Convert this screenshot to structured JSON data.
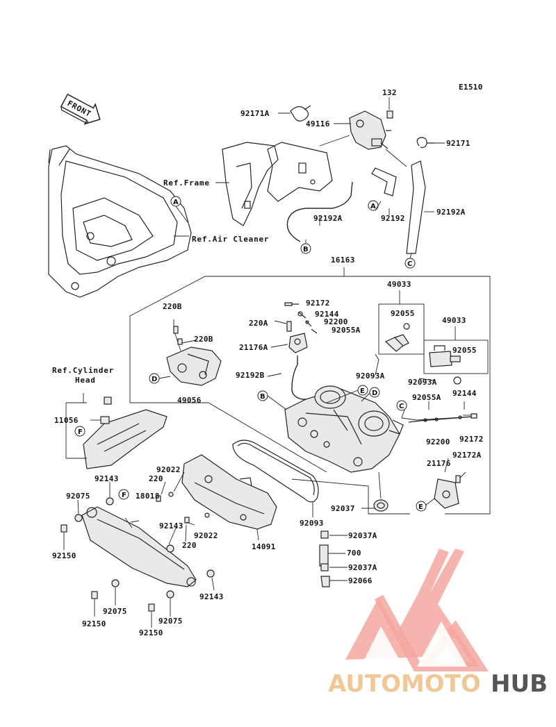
{
  "diagram_code": "E1510",
  "front_label": "FRONT",
  "refs": {
    "frame": "Ref.Frame",
    "air_cleaner": "Ref.Air Cleaner",
    "cylinder_head_line1": "Ref.Cylinder",
    "cylinder_head_line2": "Head"
  },
  "parts": {
    "p132": "132",
    "p92171A": "92171A",
    "p49116": "49116",
    "p92171": "92171",
    "p92192A_left": "92192A",
    "p92192": "92192",
    "p92192A_right": "92192A",
    "p16163": "16163",
    "p49033_a": "49033",
    "p92172_a": "92172",
    "p92144_a": "92144",
    "p92200_a": "92200",
    "p92055A_a": "92055A",
    "p220A": "220A",
    "p92055_a": "92055",
    "p49033_b": "49033",
    "p220B_a": "220B",
    "p220B_b": "220B",
    "p21176A": "21176A",
    "p92055_b": "92055",
    "p92192B": "92192B",
    "p92093A_a": "92093A",
    "p92093A_b": "92093A",
    "p49056": "49056",
    "p92055A_b": "92055A",
    "p92144_b": "92144",
    "p11056": "11056",
    "p92200_b": "92200",
    "p92172_b": "92172",
    "p92172A": "92172A",
    "p21176": "21176",
    "p92022_a": "92022",
    "p220_a": "220",
    "p92143_a": "92143",
    "p92075_a": "92075",
    "p18018": "18018",
    "p92037": "92037",
    "p92093": "92093",
    "p92143_b": "92143",
    "p92022_b": "92022",
    "p220_b": "220",
    "p92037A_a": "92037A",
    "p14091": "14091",
    "p92150_a": "92150",
    "p700": "700",
    "p92037A_b": "92037A",
    "p92066": "92066",
    "p92143_c": "92143",
    "p92075_b": "92075",
    "p92150_b": "92150",
    "p92075_c": "92075",
    "p92150_c": "92150"
  },
  "callouts": {
    "A1": "A",
    "A2": "A",
    "B1": "B",
    "B2": "B",
    "C1": "C",
    "C2": "C",
    "D1": "D",
    "D2": "D",
    "E1": "E",
    "E2": "E",
    "F1": "F",
    "F2": "F"
  },
  "watermark": {
    "part1": "AUTOMOTO",
    "part2": "HUB",
    "color_primary": "#f4a7a0",
    "color_secondary": "#f0c896",
    "color_dark": "#555555"
  }
}
